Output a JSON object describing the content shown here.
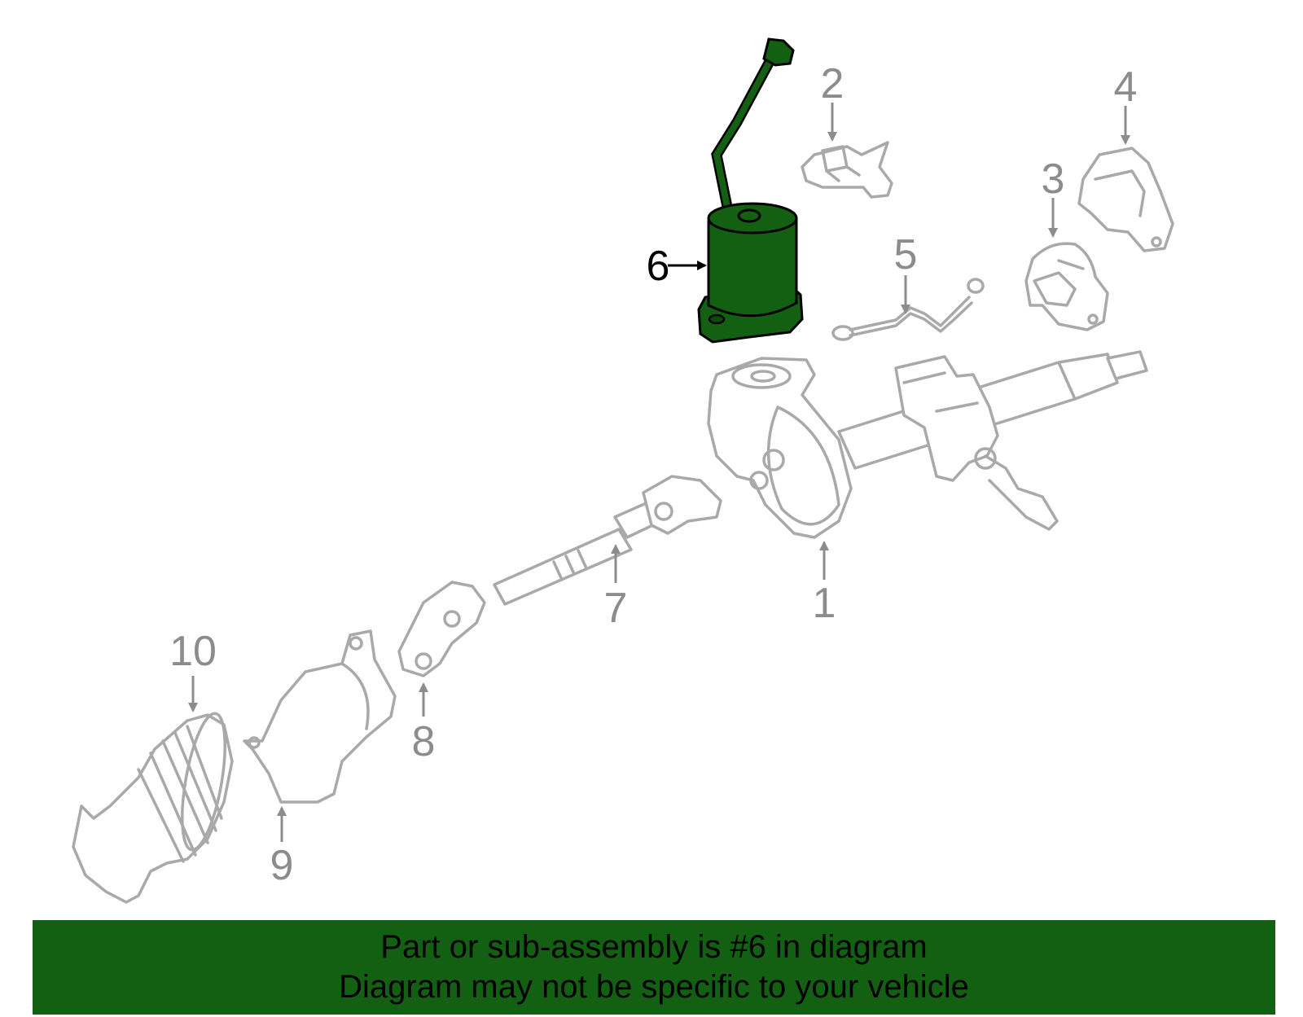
{
  "colors": {
    "highlight": "#136013",
    "part_stroke": "#a9a9a9",
    "label_gray": "#8c8c8c"
  },
  "callouts": {
    "c1": "1",
    "c2": "2",
    "c3": "3",
    "c4": "4",
    "c5": "5",
    "c6": "6",
    "c7": "7",
    "c8": "8",
    "c9": "9",
    "c10": "10"
  },
  "highlighted_part": "6",
  "banner": {
    "line1": "Part or sub-assembly is #6 in diagram",
    "line2": "Diagram may not be specific to your vehicle"
  }
}
